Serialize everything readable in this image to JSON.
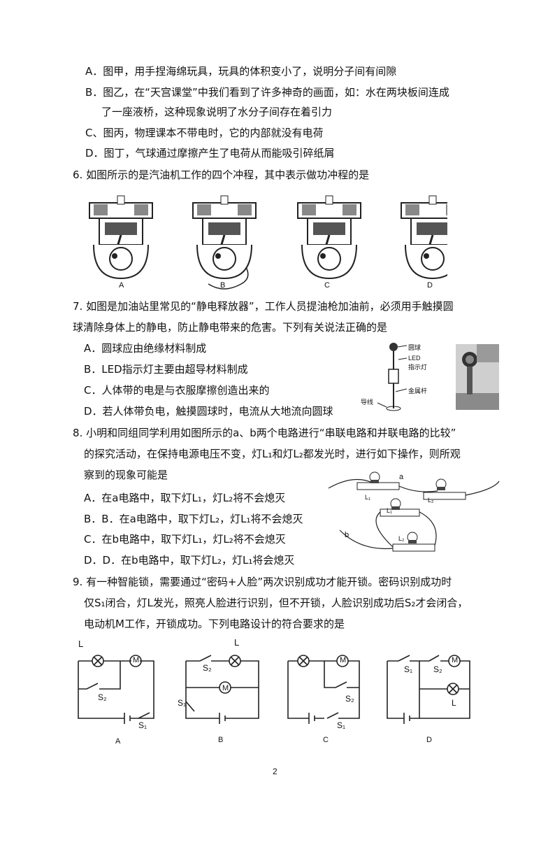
{
  "q5": {
    "options": [
      "A．图甲，用手捏海绵玩具，玩具的体积变小了，说明分子间有间隙",
      "B．图乙，在“天宫课堂”中我们看到了许多神奇的画面，如：水在两块板间连成",
      "了一座液桥，这种现象说明了水分子间存在着引力",
      "C、图丙，物理课本不带电时，它的内部就没有电荷",
      "D．图丁，气球通过摩擦产生了电荷从而能吸引碎纸屑"
    ]
  },
  "q6": {
    "stem": "6. 如图所示的是汽油机工作的四个冲程，其中表示做功冲程的是",
    "labels": [
      "A",
      "B",
      "C",
      "D"
    ]
  },
  "q7": {
    "stem_1": "7. 如图是加油站里常见的“静电释放器”，工作人员提油枪加油前，必须用手触摸圆",
    "stem_2": "球清除身体上的静电，防止静电带来的危害。下列有关说法正确的是",
    "options": [
      "A．圆球应由绝缘材料制成",
      "B．LED指示灯主要由超导材料制成",
      "C．人体带的电是与衣服摩擦创造出来的",
      "D．若人体带负电，触摸圆球时，电流从大地流向圆球"
    ],
    "figure_labels": {
      "ball": "圆球",
      "led_1": "LED",
      "led_2": "指示灯",
      "rod": "金属杆",
      "wire": "导线"
    }
  },
  "q8": {
    "stem_1": "8. 小明和同组同学利用如图所示的a、b两个电路进行“串联电路和并联电路的比较”",
    "stem_2": "的探究活动，在保持电源电压不变，灯L₁和灯L₂都发光时，进行如下操作，则所观",
    "stem_3": "察到的现象可能是",
    "options": [
      "A．在a电路中，取下灯L₁，灯L₂将不会熄灭",
      "B．B．在a电路中，取下灯L₂，灯L₁将不会熄灭",
      "C．在b电路中，取下灯L₁，灯L₂将不会熄灭",
      "D．D．在b电路中，取下灯L₂，灯L₁将会熄灭"
    ],
    "figure_labels": {
      "a": "a",
      "b": "b",
      "l1": "L₁",
      "l2": "L₂",
      "l1b": "L₁",
      "l2b": "L₂"
    }
  },
  "q9": {
    "stem_1": "9. 有一种智能锁，需要通过“密码+人脸”两次识别成功才能开锁。密码识别成功时",
    "stem_2": "仅S₁闭合，灯L发光，照亮人脸进行识别，但不开锁，人脸识别成功后S₂才会闭合，",
    "stem_3": "电动机M工作，开锁成功。下列电路设计的符合要求的是",
    "labels": [
      "A",
      "B",
      "C",
      "D"
    ],
    "symbols": {
      "lamp": "L",
      "motor": "M",
      "s1": "S₁",
      "s2": "S₂"
    }
  },
  "page_number": "2"
}
